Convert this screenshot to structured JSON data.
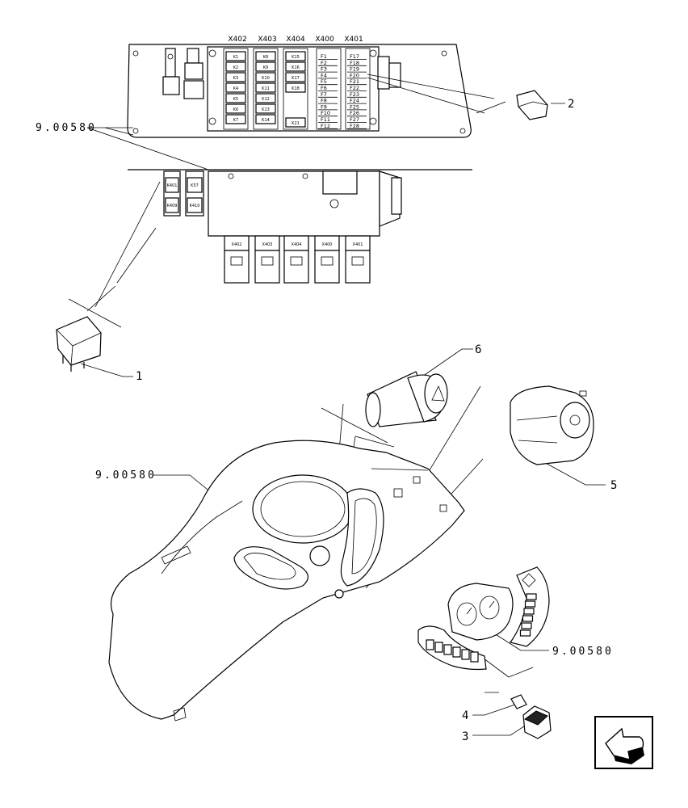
{
  "diagram": {
    "connector_labels": [
      "X402",
      "X403",
      "X404",
      "X400",
      "X401"
    ],
    "relay_columns": [
      [
        "K1",
        "K2",
        "K3",
        "K4",
        "K5",
        "K6",
        "K7"
      ],
      [
        "K8",
        "K9",
        "K10",
        "K11",
        "K12",
        "K13",
        "K14"
      ],
      [
        "K15",
        "K16",
        "K17",
        "K18"
      ],
      [
        "K21"
      ]
    ],
    "fuse_columns": [
      [
        "F1",
        "F2",
        "F3",
        "F4",
        "F5",
        "F6",
        "F7",
        "F8",
        "F9",
        "F10",
        "F11",
        "F12"
      ],
      [
        "F17",
        "F18",
        "F19",
        "F20",
        "F21",
        "F22",
        "F23",
        "F24",
        "F25",
        "F26",
        "F27",
        "F28"
      ]
    ],
    "small_box_labels": [
      "X402",
      "X403",
      "X404",
      "X400",
      "X401"
    ],
    "side_relay_labels": [
      "K401",
      "K57",
      "K409",
      "K410"
    ],
    "callouts": {
      "ref_top": "9.00580",
      "ref_middle": "9.00580",
      "ref_bottom": "9.00580",
      "part_1": "1",
      "part_2": "2",
      "part_3": "3",
      "part_4": "4",
      "part_5": "5",
      "part_6": "6"
    },
    "nav_icon": "return-arrow-icon"
  }
}
